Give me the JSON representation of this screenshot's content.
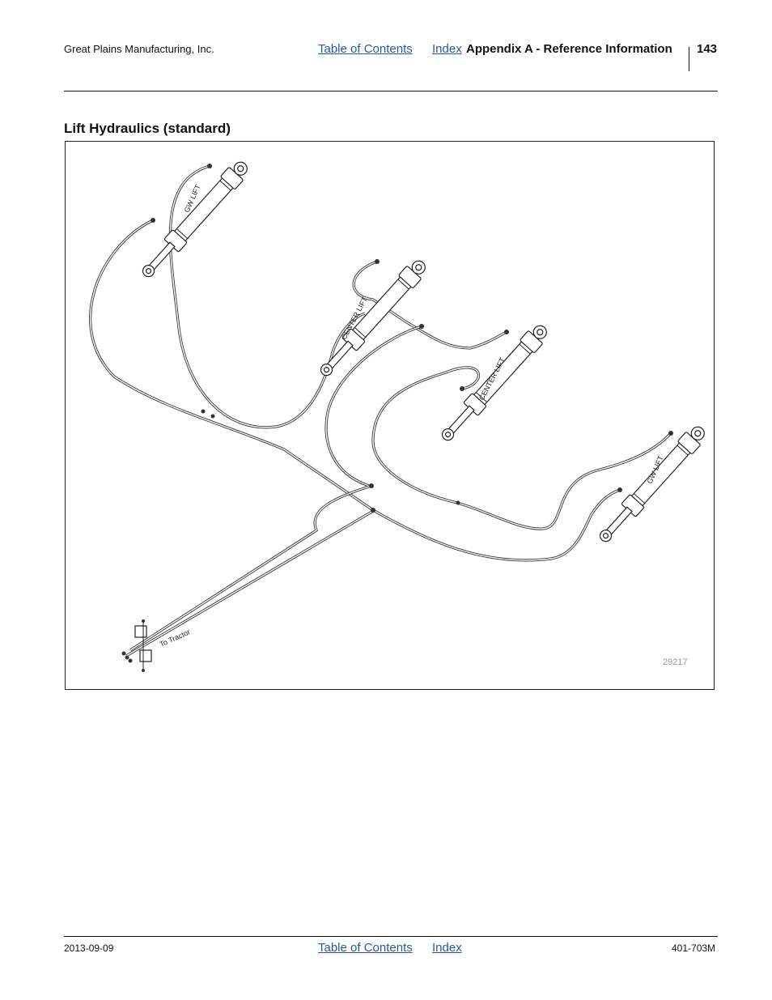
{
  "header": {
    "company": "Great Plains Manufacturing, Inc.",
    "toc_link": "Table of Contents",
    "index_link": "Index",
    "section": "Appendix A - Reference Information",
    "page_number": "143"
  },
  "main": {
    "title": "Lift Hydraulics (standard)",
    "figure": {
      "figure_number": "29217",
      "labels": {
        "gw_lift_left": "GW LIFT",
        "center_lift_1": "CENTER LIFT",
        "center_lift_2": "CENTER LIFT",
        "gw_lift_right": "GW LIFT",
        "to_tractor": "To Tractor"
      }
    }
  },
  "footer": {
    "date": "2013-09-09",
    "toc_link": "Table of Contents",
    "index_link": "Index",
    "doc_number": "401-703M"
  }
}
